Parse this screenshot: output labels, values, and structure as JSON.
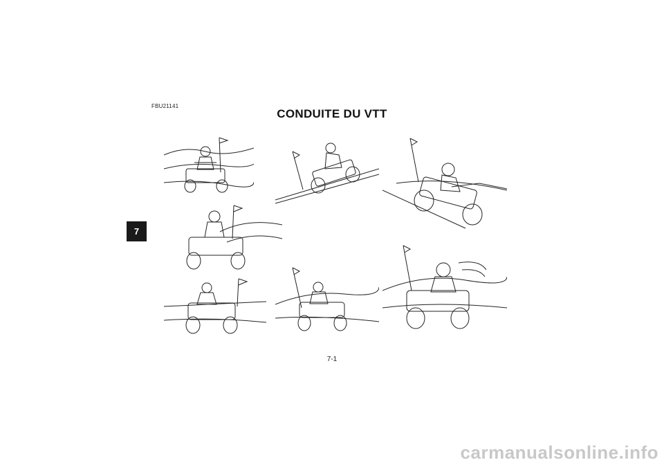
{
  "doc": {
    "ref_code": "FBU21141",
    "title": "CONDUITE DU VTT",
    "chapter_tab": "7",
    "page_number": "7-1"
  },
  "watermark": {
    "text": "carmanualsonline.info"
  },
  "illustrations": [
    {
      "id": "atv-downhill-front",
      "icon": "atv-rider-icon"
    },
    {
      "id": "atv-side-hill-climb",
      "icon": "atv-rider-icon"
    },
    {
      "id": "atv-steep-climb",
      "icon": "atv-rider-icon"
    },
    {
      "id": "atv-front-turn",
      "icon": "atv-rider-icon"
    },
    {
      "id": "atv-front-riding",
      "icon": "atv-rider-icon"
    },
    {
      "id": "atv-rough-terrain",
      "icon": "atv-rider-icon"
    },
    {
      "id": "atv-rider-looking-back",
      "icon": "atv-rider-icon"
    }
  ]
}
